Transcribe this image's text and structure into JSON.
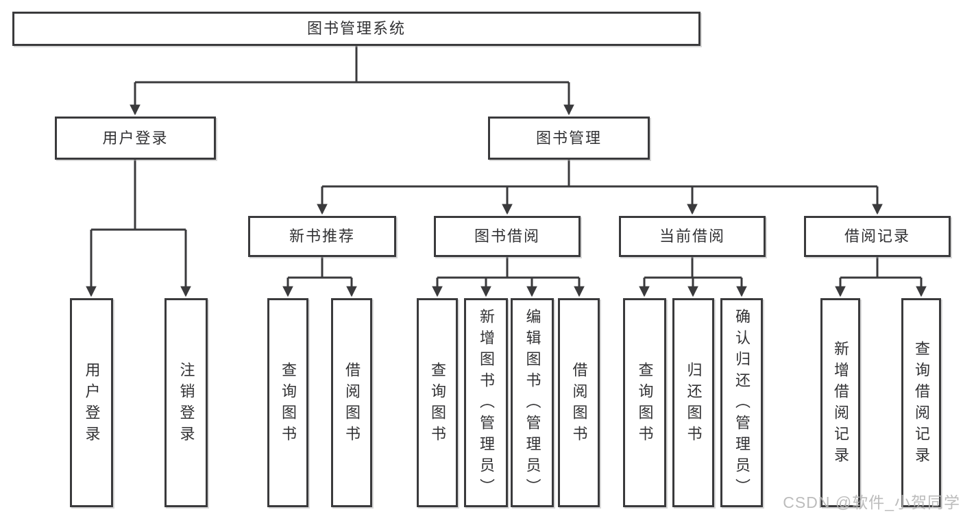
{
  "diagram": {
    "root": {
      "label": "图书管理系统"
    },
    "branches": [
      {
        "label": "用户登录",
        "children": [
          {
            "label": "用户登录"
          },
          {
            "label": "注销登录"
          }
        ]
      },
      {
        "label": "图书管理",
        "sections": [
          {
            "label": "新书推荐",
            "children": [
              {
                "label": "查询图书"
              },
              {
                "label": "借阅图书"
              }
            ]
          },
          {
            "label": "图书借阅",
            "children": [
              {
                "label": "查询图书"
              },
              {
                "label": "新增图书（管理员）"
              },
              {
                "label": "编辑图书（管理员）"
              },
              {
                "label": "借阅图书"
              }
            ]
          },
          {
            "label": "当前借阅",
            "children": [
              {
                "label": "查询图书"
              },
              {
                "label": "归还图书"
              },
              {
                "label": "确认归还（管理员）"
              }
            ]
          },
          {
            "label": "借阅记录",
            "children": [
              {
                "label": "新增借阅记录"
              },
              {
                "label": "查询借阅记录"
              }
            ]
          }
        ]
      }
    ]
  },
  "watermark": {
    "text": "CSDN @软件_小贺同学"
  },
  "colors": {
    "line": "#3a3a3c",
    "box_border": "#3a3a3c",
    "text": "#323234",
    "watermark": "#b6b6b6",
    "background": "#ffffff"
  }
}
